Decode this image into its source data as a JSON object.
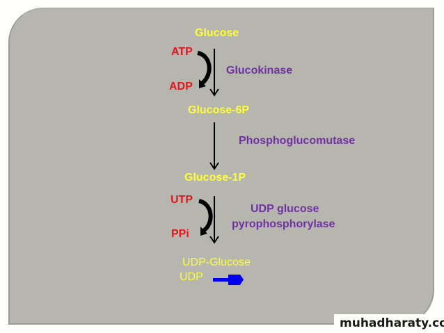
{
  "diagram": {
    "title": "Glycogenesis: Glucose to UDP-Glucose",
    "metabolites": {
      "glucose": "Glucose",
      "glucose_6p": "Glucose-6P",
      "glucose_1p": "Glucose-1P",
      "udp_glucose": "UDP-Glucose",
      "udp": "UDP"
    },
    "cofactors": {
      "atp": "ATP",
      "adp": "ADP",
      "utp": "UTP",
      "ppi": "PPi"
    },
    "enzymes": {
      "glucokinase": "Glucokinase",
      "phosphoglucomutase": "Phosphoglucomutase",
      "udp_glucose_pyrophosphorylase_line1": "UDP glucose",
      "udp_glucose_pyrophosphorylase_line2": "pyrophosphorylase"
    },
    "colors": {
      "metabolite": "#ffff33",
      "cofactor": "#e8141a",
      "enzyme": "#7030a0",
      "udp_symbol": "#0000ee",
      "background": "#b6b6ae"
    }
  },
  "watermark": "muhadharaty.com"
}
